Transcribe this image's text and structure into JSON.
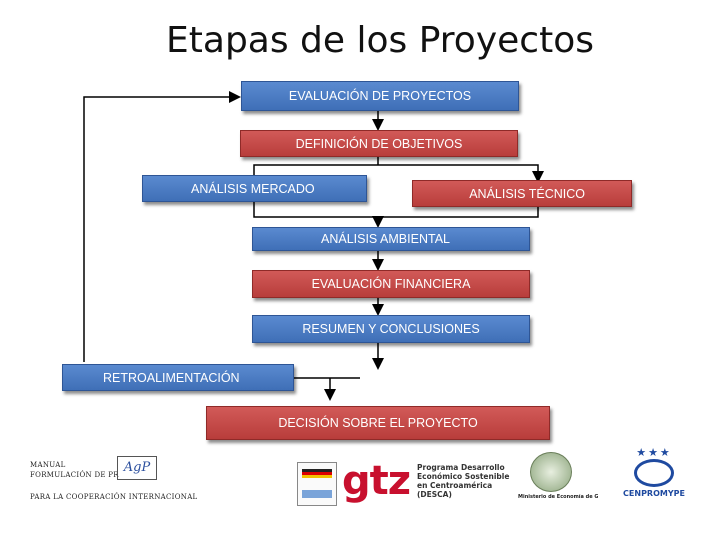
{
  "title": "Etapas de los Proyectos",
  "nodes": {
    "evaluacion_proyectos": "EVALUACIÓN DE PROYECTOS",
    "definicion_objetivos": "DEFINICIÓN DE OBJETIVOS",
    "analisis_mercado": "ANÁLISIS MERCADO",
    "analisis_tecnico": "ANÁLISIS TÉCNICO",
    "analisis_ambiental": "ANÁLISIS AMBIENTAL",
    "evaluacion_financiera": "EVALUACIÓN FINANCIERA",
    "resumen_conclusiones": "RESUMEN Y CONCLUSIONES",
    "retroalimentacion": "RETROALIMENTACIÓN",
    "decision": "DECISIÓN SOBRE EL PROYECTO"
  },
  "footer": {
    "line1": "MANUAL",
    "line2": "FORMULACIÓN DE PR",
    "line3": "PARA LA COOPERACIÓN INTERNACIONAL",
    "agci_logo": "AgP",
    "gtz_logo": "gtz",
    "desca_text": [
      "Programa Desarrollo",
      "Económico Sostenible",
      "en Centroamérica",
      "(DESCA)"
    ],
    "ministerio_text": "Ministerio de Economía de Guatemala",
    "cenpromype": "CENPROMYPE"
  },
  "colors": {
    "blue": "#4a7bc4",
    "red": "#c44a48",
    "line": "#000000"
  }
}
